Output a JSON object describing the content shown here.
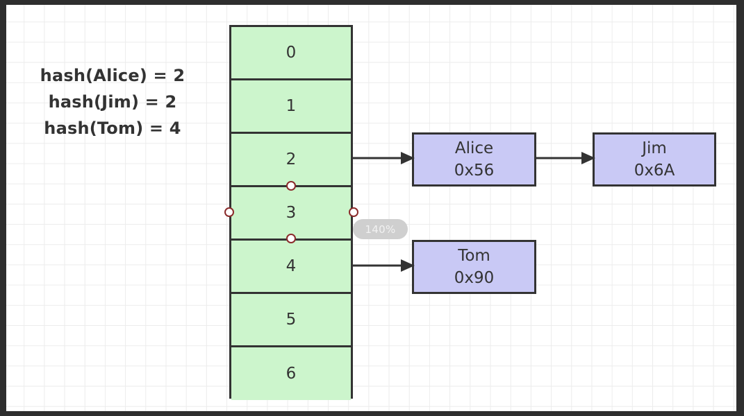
{
  "app": {
    "zoom_level": "140%",
    "canvas_background": "#ffffff",
    "grid_color": "#ececec",
    "frame_color": "#2e2e2e"
  },
  "legend": {
    "lines": [
      "hash(Alice) = 2",
      "hash(Jim) = 2",
      "hash(Tom) = 4"
    ]
  },
  "bucket_table": {
    "fill_color": "#ccf5cc",
    "border_color": "#333333",
    "selected_index": 3,
    "buckets": [
      {
        "label": "0"
      },
      {
        "label": "1"
      },
      {
        "label": "2"
      },
      {
        "label": "3"
      },
      {
        "label": "4"
      },
      {
        "label": "5"
      },
      {
        "label": "6"
      }
    ]
  },
  "nodes": {
    "fill_color": "#c9c9f5",
    "border_color": "#333333",
    "alice": {
      "name": "Alice",
      "address": "0x56"
    },
    "jim": {
      "name": "Jim",
      "address": "0x6A"
    },
    "tom": {
      "name": "Tom",
      "address": "0x90"
    }
  },
  "selection": {
    "handle_fill": "#ffffff",
    "handle_border": "#8b2b2b"
  }
}
